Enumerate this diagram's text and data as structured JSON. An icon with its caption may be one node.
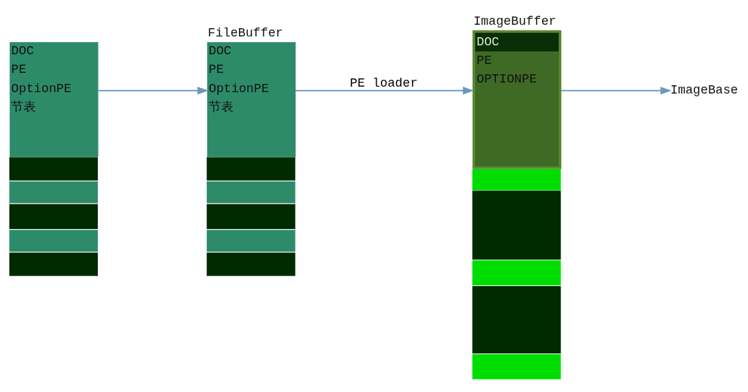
{
  "diagram": {
    "nodes": [
      {
        "text": [
          "DOC",
          "PE",
          "OptionPE",
          "节表"
        ]
      },
      {
        "text": [],
        "shape": "bar"
      },
      {
        "text": [],
        "shape": "bar"
      },
      {
        "text": [],
        "shape": "bar"
      },
      {
        "text": [],
        "shape": "bar"
      },
      {
        "text": [],
        "shape": "bar"
      },
      {
        "text": [
          "FileBuffer",
          "DOC",
          "PE",
          "OptionPE",
          "节表"
        ]
      },
      {
        "text": [],
        "shape": "bar"
      },
      {
        "text": [],
        "shape": "bar"
      },
      {
        "text": [],
        "shape": "bar"
      },
      {
        "text": [],
        "shape": "bar"
      },
      {
        "text": [],
        "shape": "bar"
      },
      {
        "text": [
          "ImageBuffer",
          "DOC",
          "PE",
          "OPTIONPE"
        ]
      },
      {
        "text": [],
        "shape": "bar"
      },
      {
        "text": [],
        "shape": "bar"
      },
      {
        "text": [],
        "shape": "bar"
      },
      {
        "text": [],
        "shape": "bar"
      },
      {
        "text": [],
        "shape": "bar"
      },
      {
        "text": [
          "ImageBase"
        ]
      }
    ],
    "edges": [
      {
        "from": 0,
        "to": 6,
        "arrow": "to"
      },
      {
        "from": 6,
        "to": 12,
        "arrow": "to",
        "label": "PE loader"
      },
      {
        "from": 12,
        "to": 18,
        "arrow": "to"
      }
    ]
  }
}
